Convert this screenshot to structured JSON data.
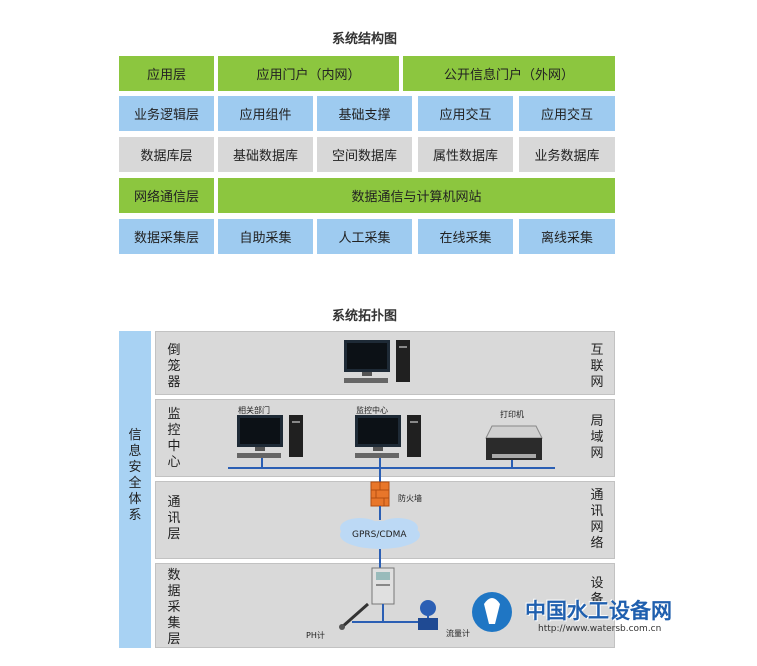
{
  "structure": {
    "title": "系统结构图",
    "rows": [
      {
        "label": "应用层",
        "cells": [
          "应用门户（内网）",
          "公开信息门户（外网）"
        ]
      },
      {
        "label": "业务逻辑层",
        "cells": [
          "应用组件",
          "基础支撑",
          "应用交互",
          "应用交互"
        ]
      },
      {
        "label": "数据库层",
        "cells": [
          "基础数据库",
          "空间数据库",
          "属性数据库",
          "业务数据库"
        ]
      },
      {
        "label": "网络通信层",
        "cells": [
          "数据通信与计算机网站"
        ]
      },
      {
        "label": "数据采集层",
        "cells": [
          "自助采集",
          "人工采集",
          "在线采集",
          "离线采集"
        ]
      }
    ]
  },
  "topology": {
    "title": "系统拓扑图",
    "sidebar": "信息安全体系",
    "bands": [
      {
        "left": "倒笼器",
        "right": "互联网"
      },
      {
        "left": "监控中心",
        "right": "局域网"
      },
      {
        "left": "通讯层",
        "right": "通讯网络"
      },
      {
        "left": "数据采集层",
        "right": "设备"
      }
    ],
    "labels": {
      "related_dept": "相关部门",
      "monitor_center": "监控中心",
      "printer": "打印机",
      "firewall": "防火墙",
      "cloud": "GPRS/CDMA",
      "ph": "PH计",
      "flow": "流量计"
    }
  },
  "watermark": {
    "name": "中国水工设备网",
    "url": "http://www.watersb.com.cn"
  },
  "colors": {
    "green": "#8cc63f",
    "blue": "#9ecbf0",
    "gray": "#d8d8d8",
    "band": "#d9d9d9",
    "sidebar": "#a8d2f3",
    "network": "#2b5fb4"
  }
}
